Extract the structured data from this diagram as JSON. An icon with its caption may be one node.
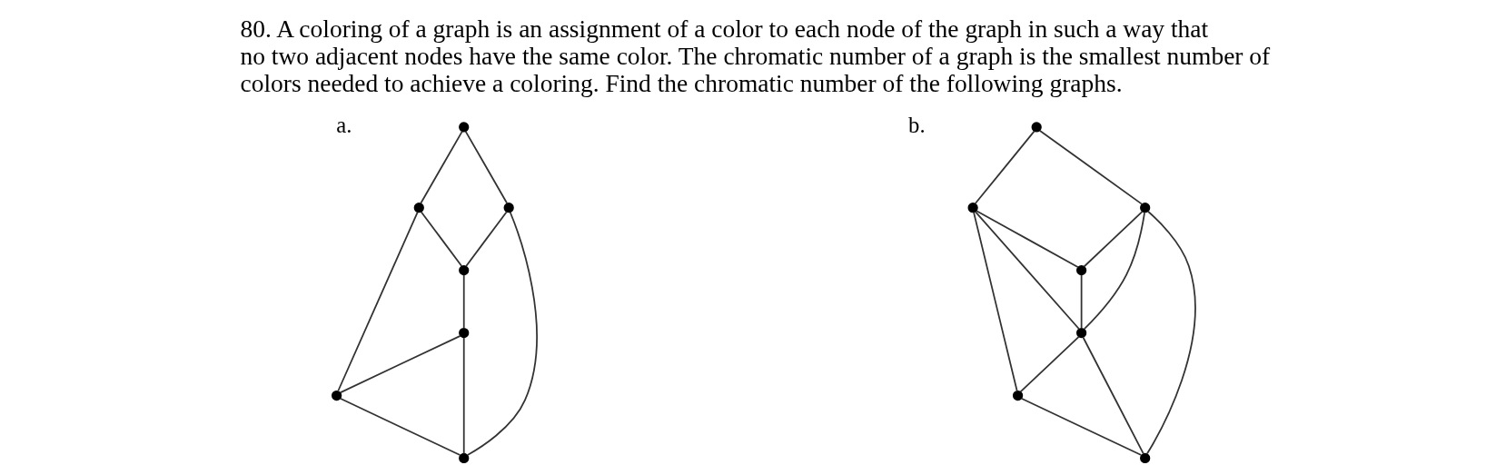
{
  "diagram": {
    "title": "80. A coloring of a graph is an assignment of a color to each node of the graph in such a way that no two adjacent nodes have the same color. The chromatic number of a graph is the smallest number of colors needed to achieve a coloring. Find the chromatic number of the following graphs.",
    "nodes": [
      {
        "text": [],
        "shape": "circle"
      },
      {
        "text": [],
        "shape": "circle"
      },
      {
        "text": [],
        "shape": "circle"
      },
      {
        "text": [],
        "shape": "circle"
      },
      {
        "text": [],
        "shape": "circle"
      },
      {
        "text": [],
        "shape": "circle"
      },
      {
        "text": [],
        "shape": "circle"
      },
      {
        "text": [],
        "shape": "circle"
      },
      {
        "text": [],
        "shape": "circle"
      },
      {
        "text": [],
        "shape": "circle"
      },
      {
        "text": [],
        "shape": "circle"
      },
      {
        "text": [],
        "shape": "circle"
      },
      {
        "text": [],
        "shape": "circle"
      },
      {
        "text": [],
        "shape": "circle"
      }
    ],
    "edges": [
      {
        "from": 0,
        "to": 1,
        "arrow": "none"
      },
      {
        "from": 0,
        "to": 2,
        "arrow": "none"
      },
      {
        "from": 1,
        "to": 3,
        "arrow": "none"
      },
      {
        "from": 2,
        "to": 3,
        "arrow": "none"
      },
      {
        "from": 3,
        "to": 4,
        "arrow": "none"
      },
      {
        "from": 1,
        "to": 5,
        "arrow": "none"
      },
      {
        "from": 2,
        "to": 6,
        "arrow": "none"
      },
      {
        "from": 4,
        "to": 5,
        "arrow": "none"
      },
      {
        "from": 4,
        "to": 6,
        "arrow": "none"
      },
      {
        "from": 5,
        "to": 6,
        "arrow": "none"
      },
      {
        "from": 7,
        "to": 8,
        "arrow": "none"
      },
      {
        "from": 7,
        "to": 9,
        "arrow": "none"
      },
      {
        "from": 8,
        "to": 10,
        "arrow": "none"
      },
      {
        "from": 9,
        "to": 10,
        "arrow": "none"
      },
      {
        "from": 8,
        "to": 11,
        "arrow": "none"
      },
      {
        "from": 9,
        "to": 11,
        "arrow": "none"
      },
      {
        "from": 10,
        "to": 11,
        "arrow": "none"
      },
      {
        "from": 8,
        "to": 12,
        "arrow": "none"
      },
      {
        "from": 9,
        "to": 13,
        "arrow": "none"
      },
      {
        "from": 11,
        "to": 12,
        "arrow": "none"
      },
      {
        "from": 11,
        "to": 13,
        "arrow": "none"
      },
      {
        "from": 12,
        "to": 13,
        "arrow": "none"
      }
    ],
    "labels": [
      "a.",
      "b."
    ]
  }
}
